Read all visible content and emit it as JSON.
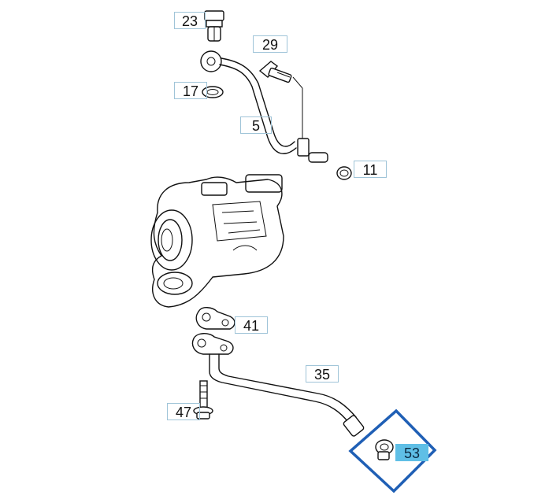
{
  "callouts": [
    {
      "id": "23",
      "label": "23"
    },
    {
      "id": "29",
      "label": "29"
    },
    {
      "id": "17",
      "label": "17"
    },
    {
      "id": "5",
      "label": "5"
    },
    {
      "id": "11",
      "label": "11"
    },
    {
      "id": "41",
      "label": "41"
    },
    {
      "id": "35",
      "label": "35"
    },
    {
      "id": "47",
      "label": "47"
    },
    {
      "id": "53",
      "label": "53"
    }
  ],
  "highlight": {
    "callout": "53",
    "frame_color": "#1f5fb5",
    "fill_color": "#5fbfe6"
  }
}
